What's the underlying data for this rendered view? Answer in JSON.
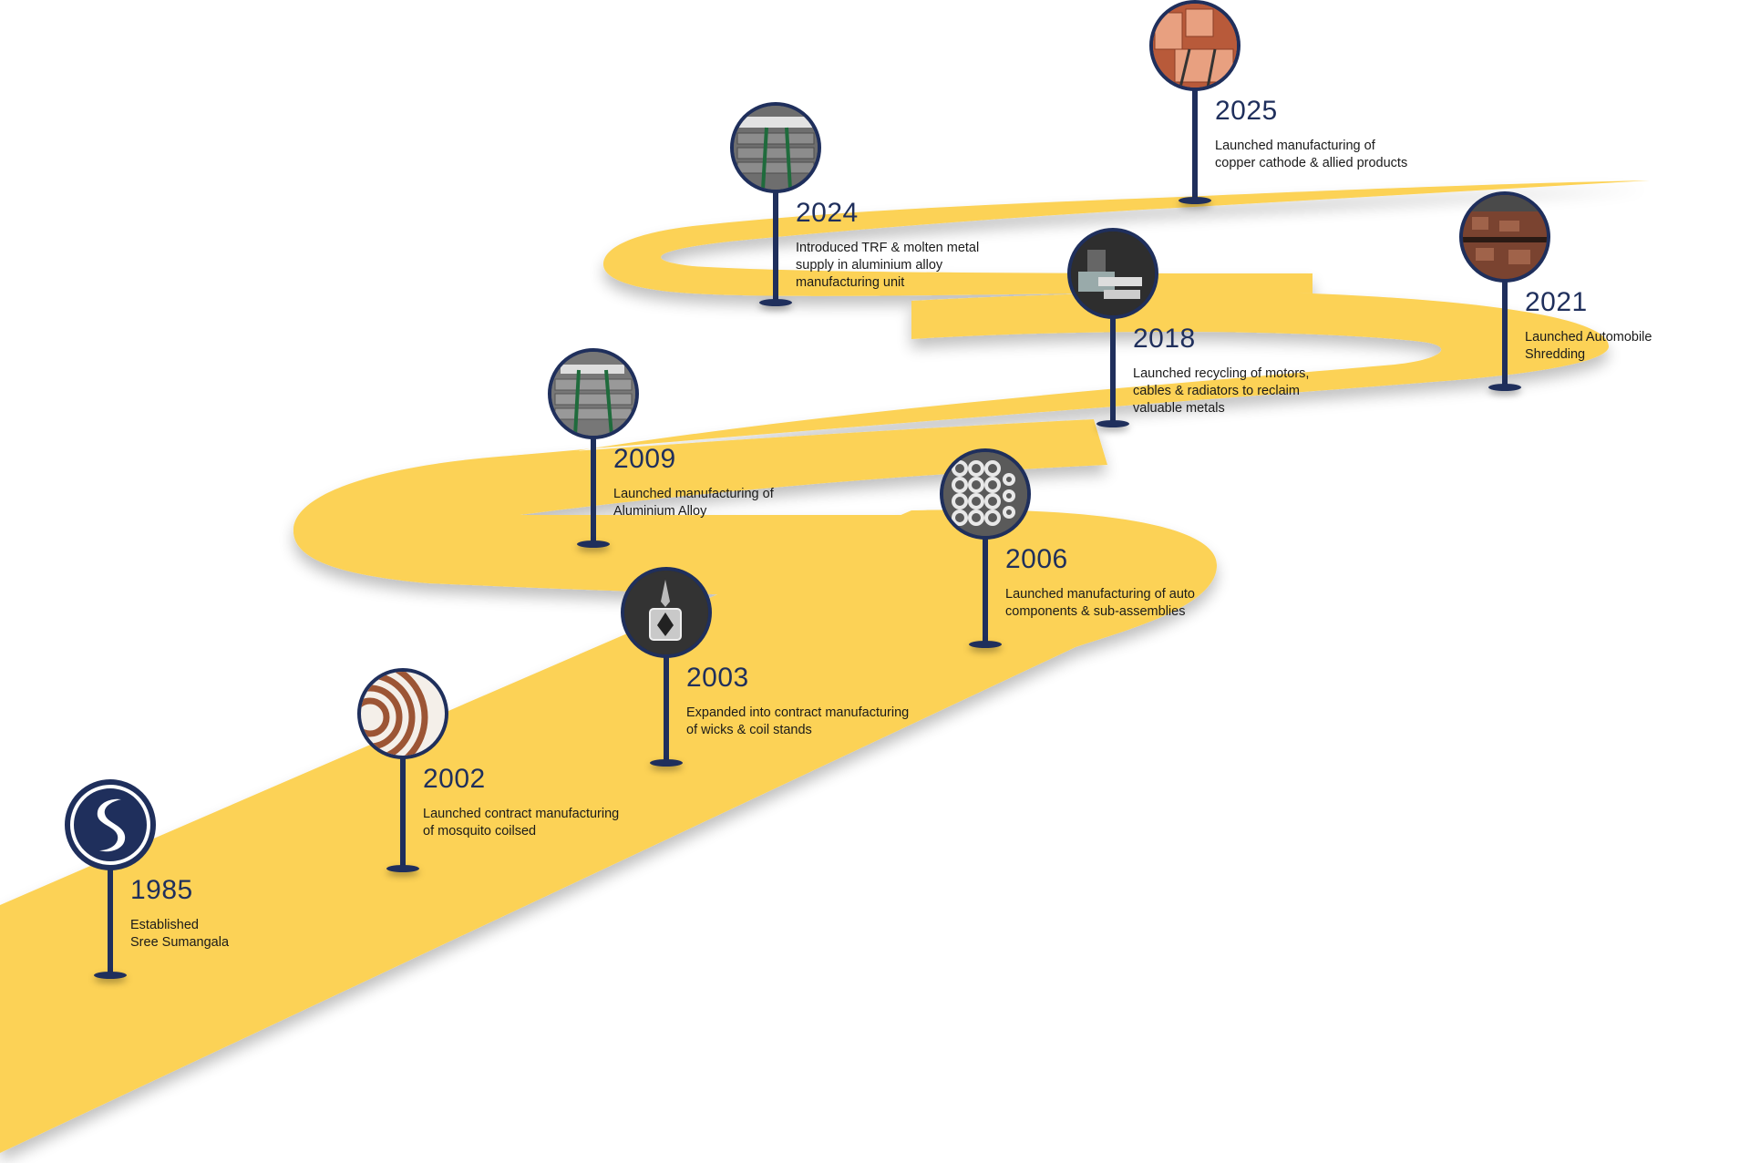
{
  "colors": {
    "road": "#fcd257",
    "navy": "#1f2f5c",
    "text": "#1a1a1a",
    "background": "#ffffff"
  },
  "timeline": {
    "milestones": [
      {
        "year": "1985",
        "description": "Established\nSree Sumangala",
        "image": "sree-sumangala-logo"
      },
      {
        "year": "2002",
        "description": "Launched contract manufacturing\nof mosquito coilsed",
        "image": "mosquito-coils-photo"
      },
      {
        "year": "2003",
        "description": "Expanded into contract manufacturing\nof wicks & coil stands",
        "image": "coil-stand-photo"
      },
      {
        "year": "2006",
        "description": "Launched manufacturing of auto\ncomponents & sub-assemblies",
        "image": "auto-components-photo"
      },
      {
        "year": "2009",
        "description": "Launched manufacturing of\nAluminium Alloy",
        "image": "aluminium-ingots-photo"
      },
      {
        "year": "2018",
        "description": "Launched recycling of motors,\ncables & radiators to reclaim\nvaluable metals",
        "image": "recycling-machinery-photo"
      },
      {
        "year": "2021",
        "description": "Launched Automobile\nShredding",
        "image": "shredded-scrap-photo"
      },
      {
        "year": "2024",
        "description": "Introduced TRF & molten metal\nsupply in aluminium alloy\nmanufacturing unit",
        "image": "aluminium-ingots-stack-photo"
      },
      {
        "year": "2025",
        "description": "Launched manufacturing of\ncopper cathode & allied products",
        "image": "copper-cathode-photo"
      }
    ]
  }
}
